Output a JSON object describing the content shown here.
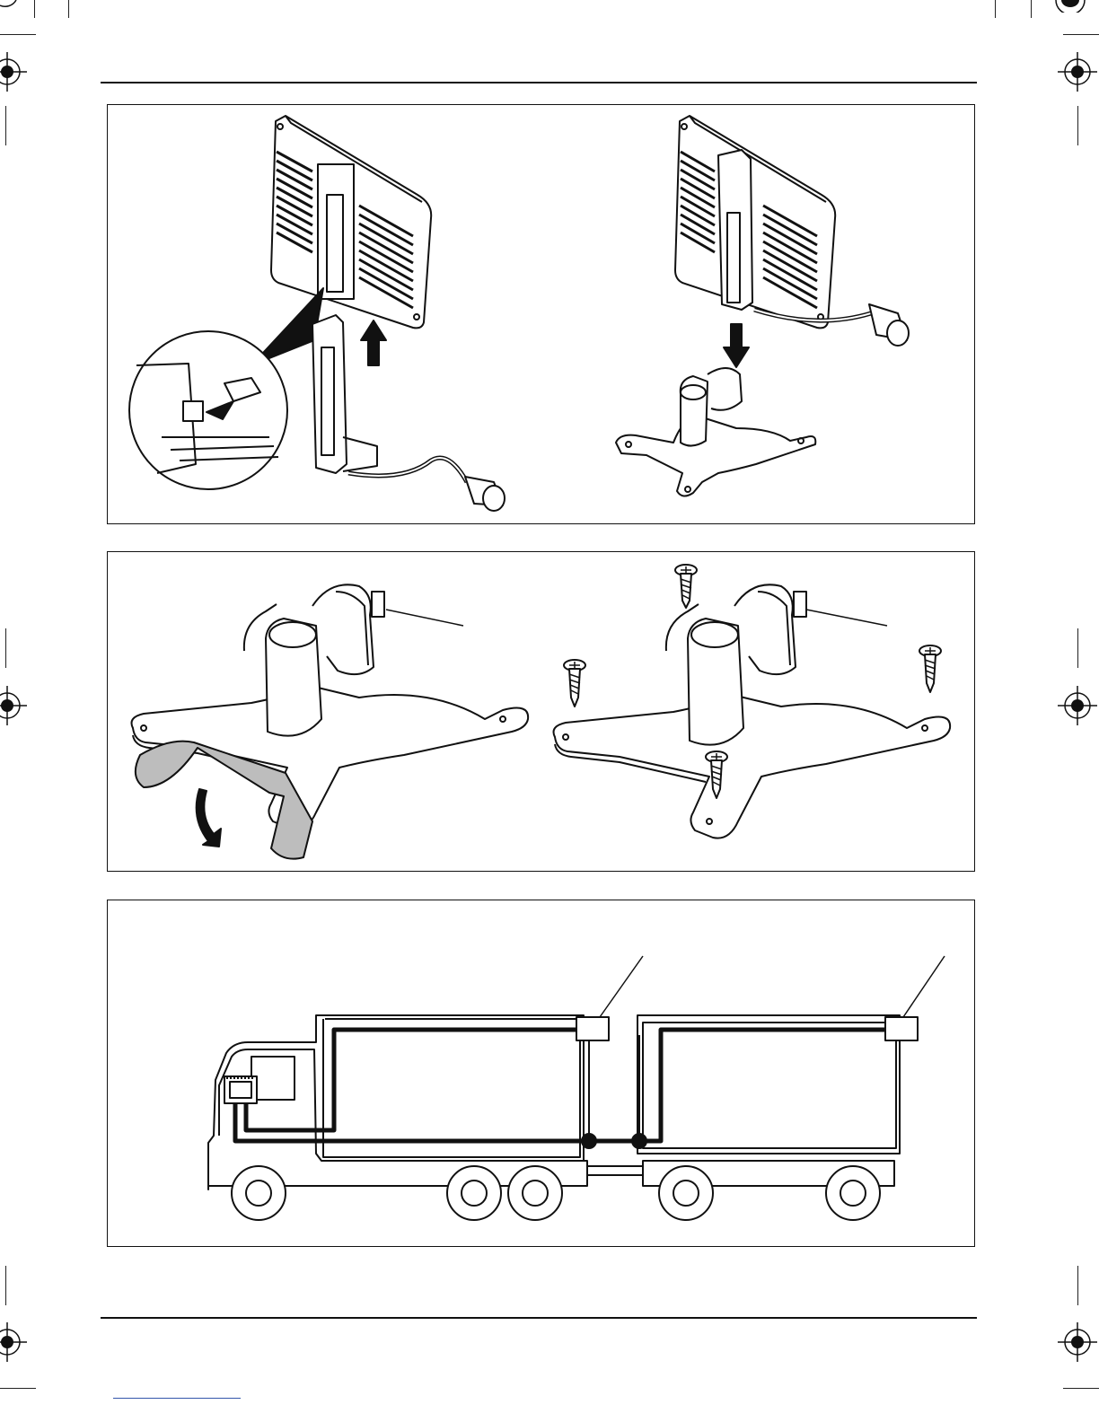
{
  "page": {
    "colors": {
      "ink": "#111111",
      "paper": "#ffffff",
      "shade": "#bdbdbd"
    }
  },
  "figures": [
    {
      "panel": 1,
      "steps": [
        {
          "icon": "monitor-back-icon"
        },
        {
          "icon": "arrow-up-icon"
        },
        {
          "icon": "magnifier-detail-icon"
        },
        {
          "icon": "camera-icon"
        },
        {
          "icon": "arrow-down-icon"
        },
        {
          "icon": "mount-base-icon"
        }
      ]
    },
    {
      "panel": 2,
      "steps": [
        {
          "icon": "mount-base-icon"
        },
        {
          "icon": "adhesive-peel-icon"
        },
        {
          "icon": "screw-icon"
        }
      ]
    },
    {
      "panel": 3,
      "steps": [
        {
          "icon": "truck-icon"
        },
        {
          "icon": "trailer-icon"
        },
        {
          "icon": "camera-icon"
        },
        {
          "icon": "monitor-icon"
        }
      ]
    }
  ]
}
